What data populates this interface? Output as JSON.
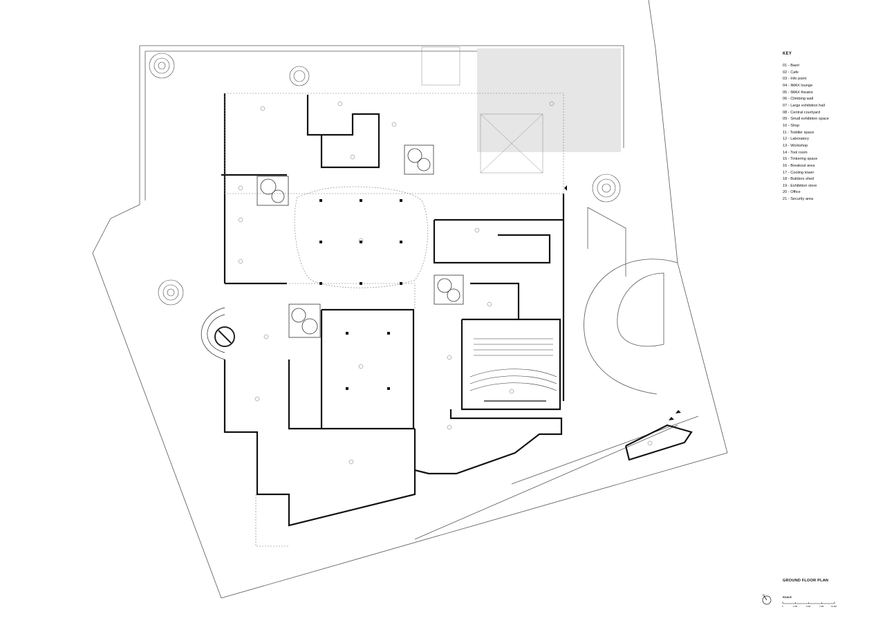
{
  "key": {
    "title": "KEY",
    "items": [
      "01 - Baori",
      "02 - Cafe",
      "03 - Info point",
      "04 - IMAX lounge",
      "05 - IMAX theatre",
      "06 - Climbing wall",
      "07 - Large exhibition hall",
      "08 - Central courtyard",
      "09 - Small exhibition space",
      "10 - Shop",
      "11 - Toddler space",
      "12 - Laboratory",
      "13 - Workshop",
      "14 - Tool room",
      "15 - Tinkering space",
      "16 - Breakout area",
      "17 - Cooling tower",
      "18 - Builders shed",
      "19 - Exhibition store",
      "20 - Office",
      "21 - Security area"
    ]
  },
  "plan_title": "GROUND FLOOR PLAN",
  "north_label": "N",
  "scale": {
    "label": "SCALE",
    "ticks": [
      "0",
      "2.5M",
      "5.0M",
      "7.5M",
      "10.0M"
    ]
  }
}
